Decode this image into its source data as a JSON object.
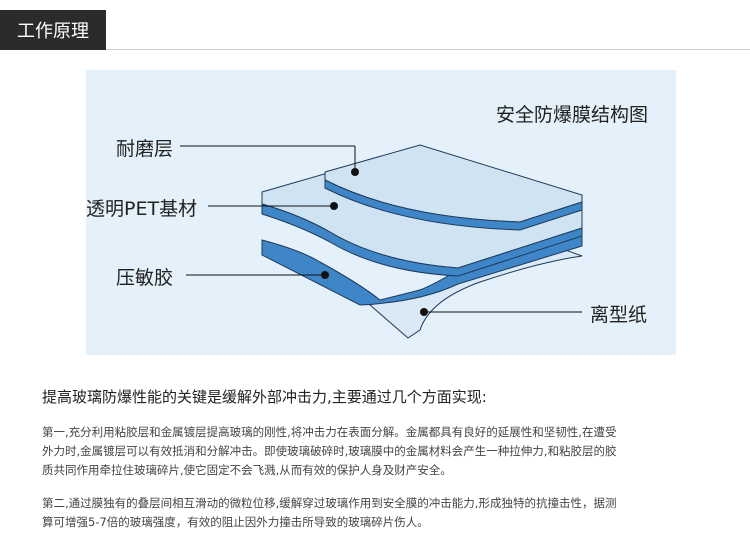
{
  "header": {
    "title": "工作原理"
  },
  "diagram": {
    "title": "安全防爆膜结构图",
    "labels": {
      "wear_layer": "耐磨层",
      "pet_substrate": "透明PET基材",
      "adhesive": "压敏胶",
      "release_paper": "离型纸"
    },
    "colors": {
      "panel_bg": "#e4f1fa",
      "layer_top": "#cfe3f3",
      "layer_blue": "#3f86c8",
      "layer_edge": "#1f3a5c",
      "release_paper": "#d6e8f5"
    }
  },
  "content": {
    "heading": "提高玻璃防爆性能的关键是缓解外部冲击力,主要通过几个方面实现:",
    "para1_line1": "第一,充分利用粘胶层和金属镀层提高玻璃的刚性,将冲击力在表面分解。金属都具有良好的延展性和坚韧性,在遭受",
    "para1_line2": "外力时,金属镀层可以有效抵消和分解冲击。即使玻璃破碎时,玻璃膜中的金属材料会产生一种拉伸力,和粘胶层的胶",
    "para1_line3": "质共同作用牵拉住玻璃碎片,使它固定不会飞溅,从而有效的保护人身及财产安全。",
    "para2_line1": "第二,通过膜独有的叠层间相互滑动的微粒位移,缓解穿过玻璃作用到安全膜的冲击能力,形成独特的抗撞击性，据测",
    "para2_line2": "算可增强5-7倍的玻璃强度，有效的阻止因外力撞击所导致的玻璃碎片伤人。"
  }
}
